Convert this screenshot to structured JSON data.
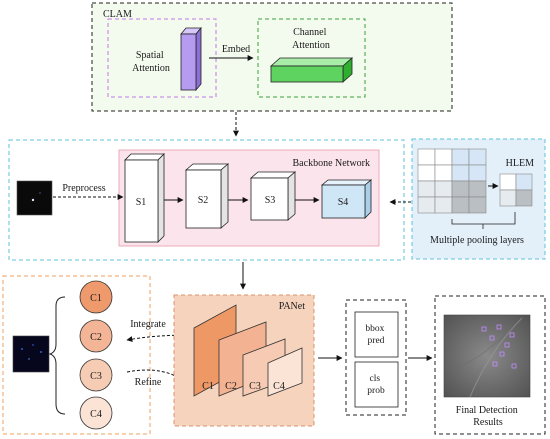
{
  "clam": {
    "title": "CLAM",
    "spatial_attention": [
      "Spatial",
      "Attention"
    ],
    "embed": "Embed",
    "channel_attention": [
      "Channel",
      "Attention"
    ]
  },
  "backbone": {
    "title": "Backbone Network",
    "preprocess": "Preprocess",
    "stages": [
      "S1",
      "S2",
      "S3",
      "S4"
    ]
  },
  "hlem": {
    "title": "HLEM",
    "caption": "Multiple pooling layers"
  },
  "panet": {
    "title": "PANet",
    "levels": [
      "C1",
      "C2",
      "C3",
      "C4"
    ]
  },
  "features": {
    "circles": [
      "C1",
      "C2",
      "C3",
      "C4"
    ],
    "integrate": "Integrate",
    "refine": "Refine"
  },
  "heads": {
    "bbox": [
      "bbox",
      "pred"
    ],
    "cls": [
      "cls",
      "prob"
    ]
  },
  "results": {
    "caption": [
      "Final Detection",
      "Results"
    ]
  },
  "colors": {
    "clam_bg": "#f3faee",
    "backbone_bg": "#fce4ec",
    "hlem_bg": "#e3f0fa",
    "panet_bg": "#f6d3bd",
    "spatial_bar": "#b59cf0",
    "channel_bar": "#5fd35f",
    "s4_fill": "#cfe6f6"
  }
}
